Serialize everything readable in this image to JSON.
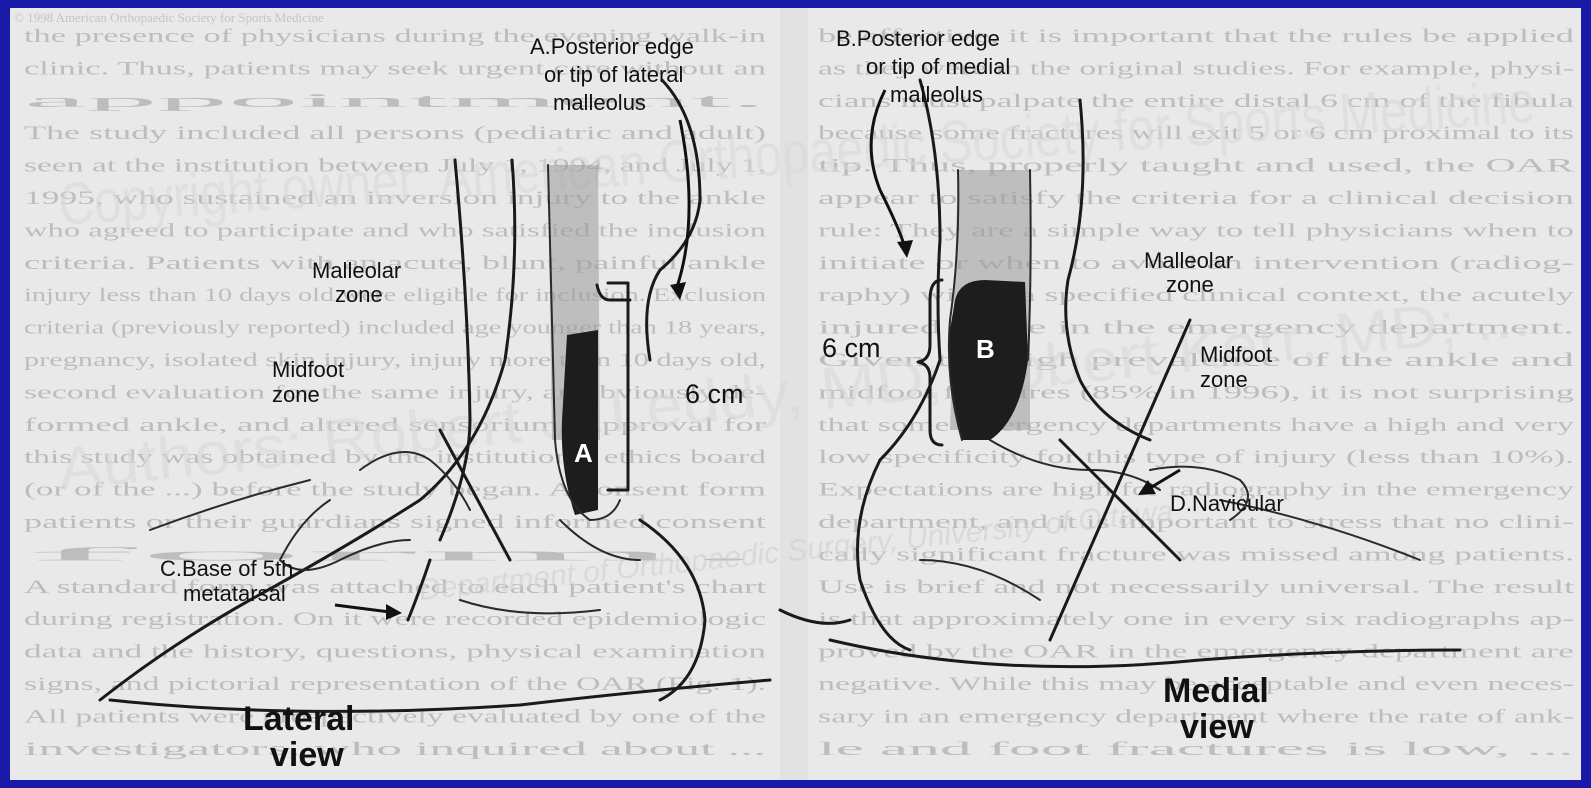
{
  "header_line": "© 1998 American Orthopaedic Society for Sports Medicine",
  "background_text": {
    "left_column": [
      "the presence of physicians during the evening walk-in",
      "clinic. Thus, patients may seek urgent care without an",
      "appointment.",
      "The study included all persons (pediatric and adult)",
      "seen at the institution between July 1, 1994, and July 1,",
      "1995, who sustained an inversion injury to the ankle",
      "who agreed to participate and who satisfied the inclusion",
      "criteria. Patients with an acute, blunt, painful ankle",
      "injury less than 10 days old were eligible for inclusion. Exclusion",
      "criteria (previously reported) included age younger than 18 years,",
      "pregnancy, isolated skin injury, injury more than 10 days old,",
      "second evaluation for the same injury, an obviously de-",
      "formed ankle, and altered sensorium. Approval for",
      "this study was obtained by the institutional ethics board",
      "(or of the ...) before the study began. A consent form",
      "patients or their guardians signed informed consent",
      "form.",
      "A standard form was attached to each patient's chart",
      "during registration. On it were recorded epidemiologic",
      "data and the history, questions, physical examination",
      "signs, and pictorial representation of the OAR (Fig. 1).",
      "All patients were prospectively evaluated by one of the",
      "investigators, who inquired about ..."
    ],
    "right_column": [
      "be effective, it is important that the rules be applied",
      "as they were in the original studies. For example, physi-",
      "cians must palpate the entire distal 6 cm of the fibula",
      "because some fractures will exit 5 or 6 cm proximal to its",
      "tip. Thus, properly taught and used, the OAR",
      "appear to satisfy the criteria for a clinical decision",
      "rule: They are a simple way to tell physicians when to",
      "initiate or when to avoid an intervention (radiog-",
      "raphy) within a specified clinical context, the acutely",
      "injured ankle in the emergency department.",
      "Given the high prevalence of the ankle and",
      "midfoot fractures (85% in 1996), it is not surprising",
      "that some emergency departments have a high and very",
      "low specificity for this type of injury (less than 10%).",
      "Expectations are high for radiography in the emergency",
      "department, and it is important to stress that no clini-",
      "cally significant fracture was missed among patients.",
      "Use is brief and not necessarily universal. The result",
      "is that approximately one in every six radiographs ap-",
      "proved by the OAR in the emergency department are",
      "negative. While this may be acceptable and even neces-",
      "sary in an emergency department where the rate of ank-",
      "le and foot fractures is low, ..."
    ]
  },
  "watermark": {
    "line1": "Copyright owner: American Orthopaedic Society for Sports Medicine",
    "line2": "Authors: Robert J. Leddy, MD; Robert Kerr, MD; ...",
    "line3": "Department of Orthopaedic Surgery, University of Ottawa"
  },
  "labels": {
    "a_title": "A.Posterior edge",
    "a_line2": "or tip of lateral",
    "a_line3": "malleolus",
    "b_title": "B.Posterior edge",
    "b_line2": "or tip of medial",
    "b_line3": "malleolus",
    "c_title": "C.Base of 5th",
    "c_line2": "metatarsal",
    "d_title": "D.Navicular",
    "malleolar_zone_l1": "Malleolar",
    "malleolar_zone_l2": "zone",
    "midfoot_zone_l1": "Midfoot",
    "midfoot_zone_l2": "zone",
    "six_cm": "6 cm",
    "zone_a": "A",
    "zone_b": "B",
    "lateral_l1": "Lateral",
    "lateral_l2": "view",
    "medial_l1": "Medial",
    "medial_l2": "view"
  },
  "colors": {
    "frame": "#1a1aa8",
    "paper": "#e9e9e9",
    "ink": "#111111"
  }
}
